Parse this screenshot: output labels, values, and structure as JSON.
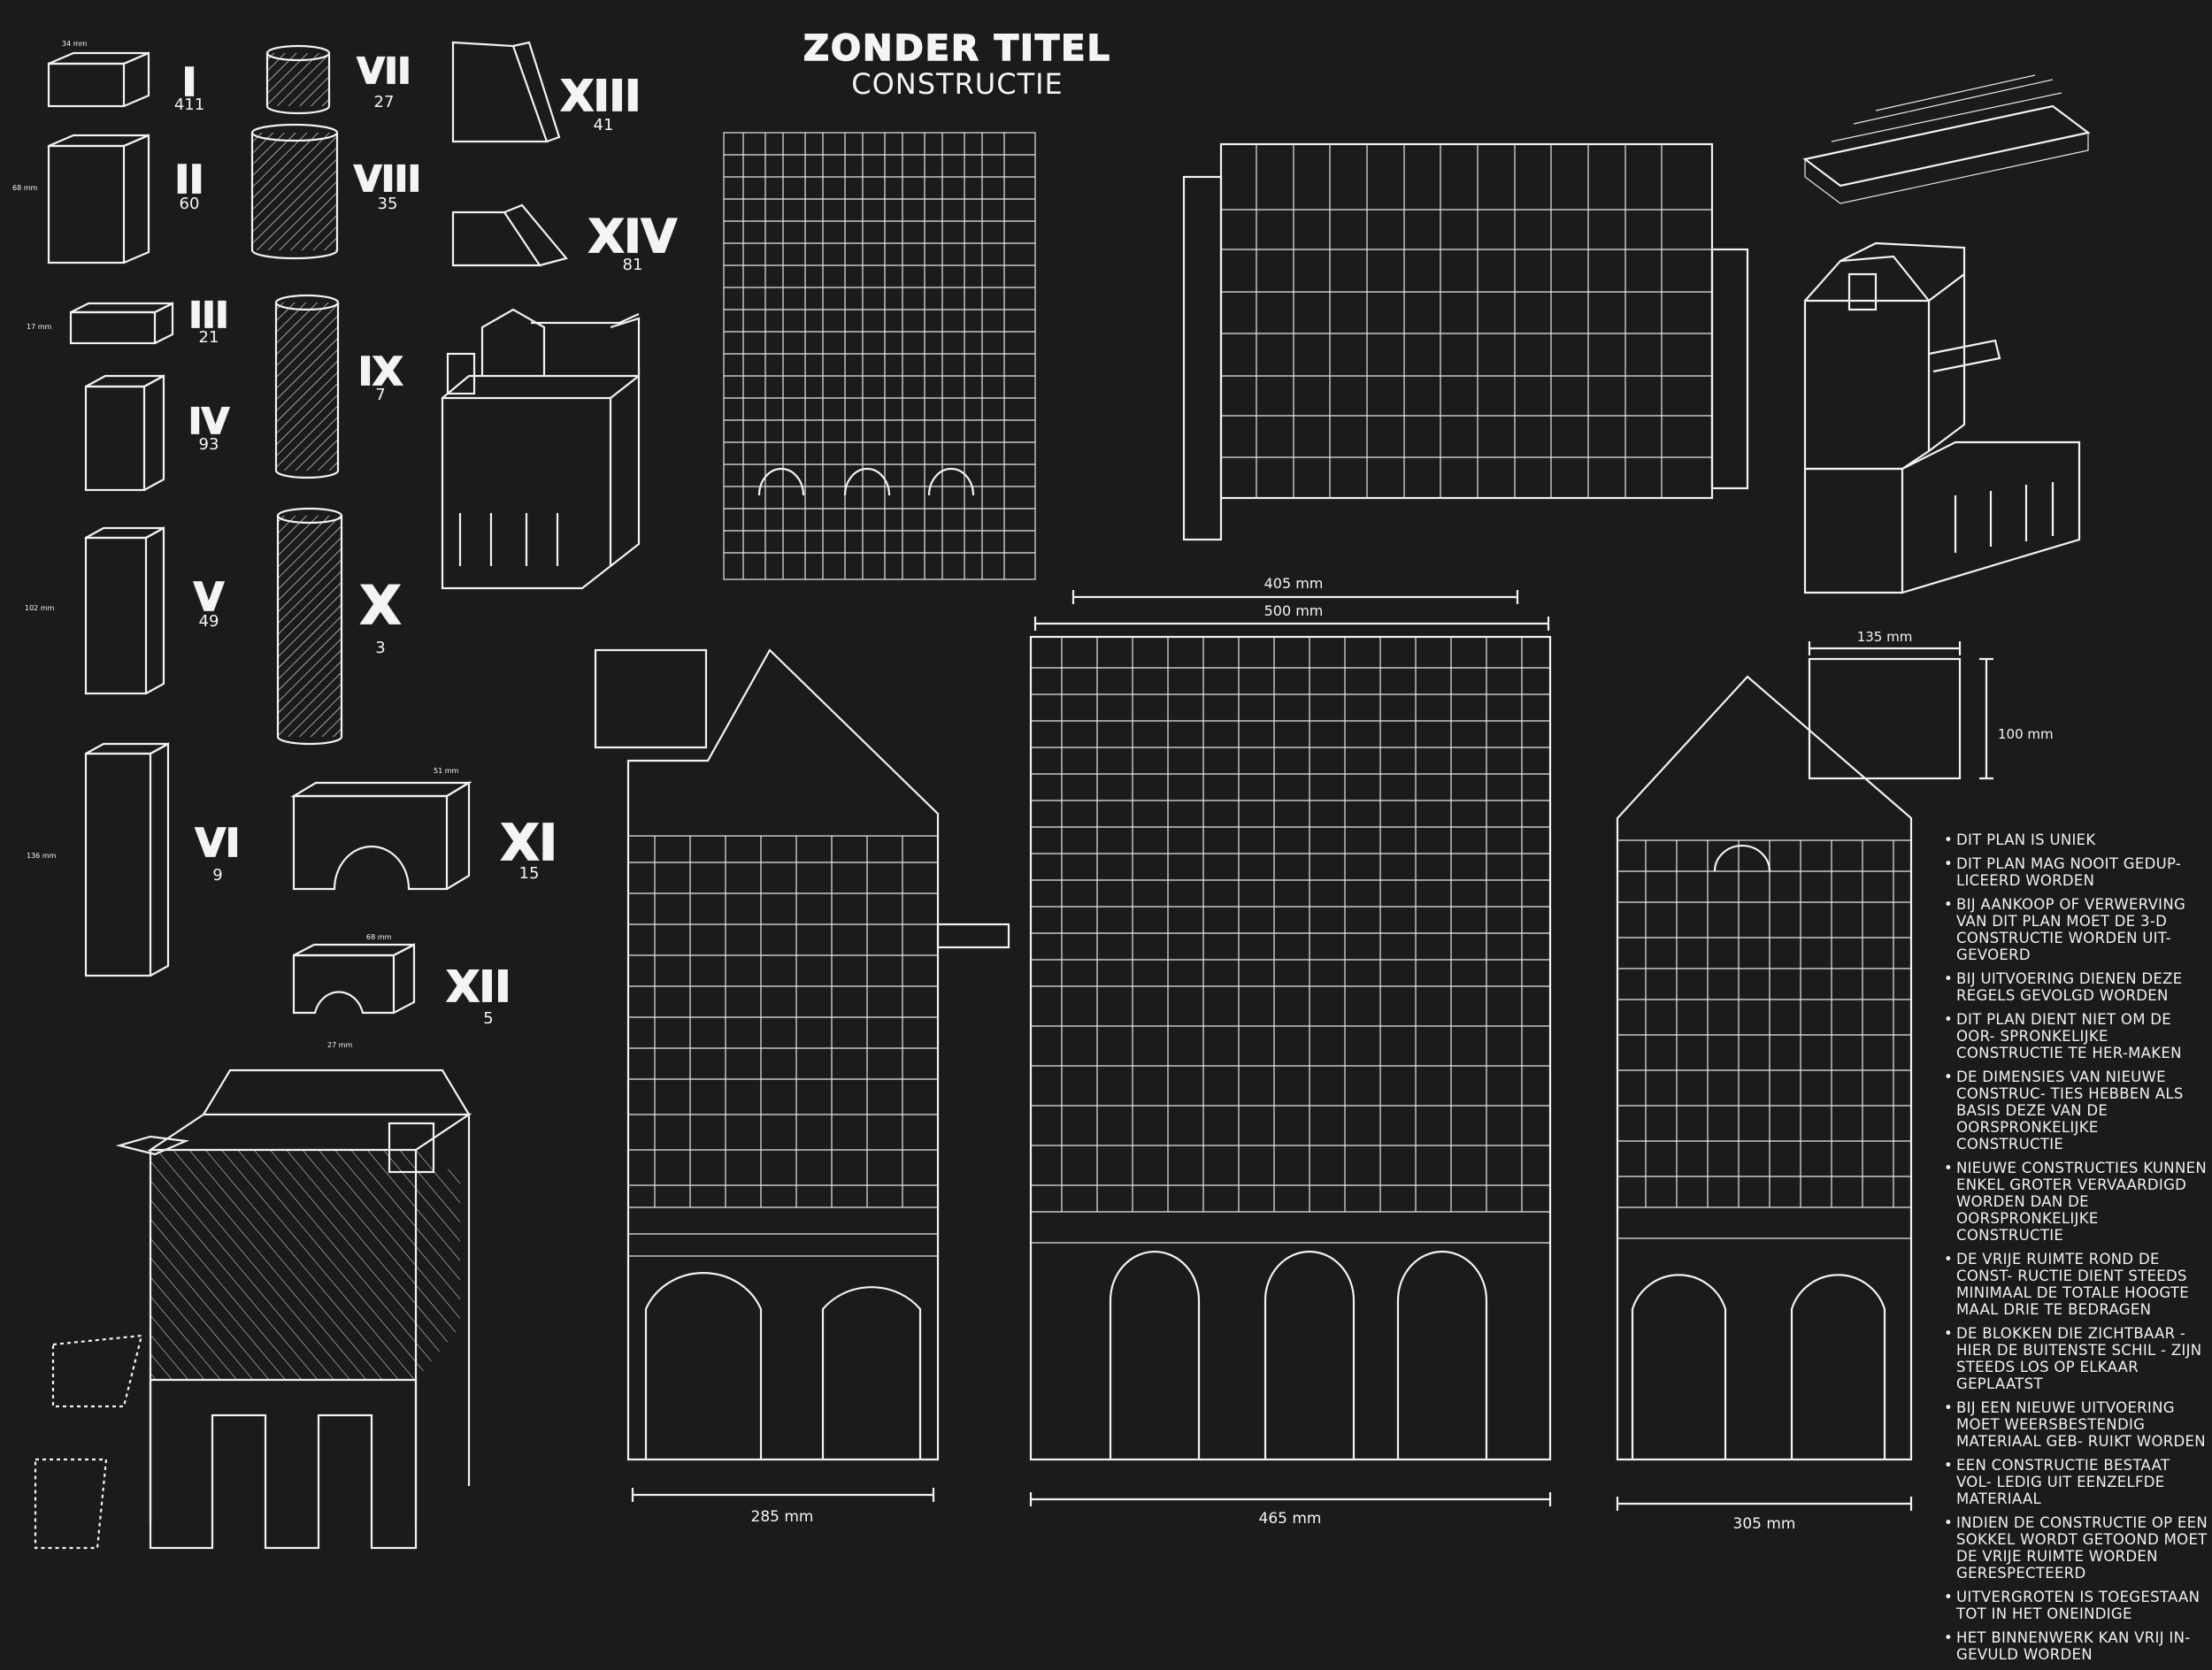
{
  "header": {
    "title": "ZONDER TITEL",
    "subtitle": "CONSTRUCTIE"
  },
  "blocks": [
    {
      "numeral": "I",
      "count": "411"
    },
    {
      "numeral": "II",
      "count": "60"
    },
    {
      "numeral": "III",
      "count": "21"
    },
    {
      "numeral": "IV",
      "count": "93"
    },
    {
      "numeral": "V",
      "count": "49"
    },
    {
      "numeral": "VI",
      "count": "9"
    },
    {
      "numeral": "VII",
      "count": "27"
    },
    {
      "numeral": "VIII",
      "count": "35"
    },
    {
      "numeral": "IX",
      "count": "7"
    },
    {
      "numeral": "X",
      "count": "3"
    },
    {
      "numeral": "XI",
      "count": "15"
    },
    {
      "numeral": "XII",
      "count": "5"
    },
    {
      "numeral": "XIII",
      "count": "41"
    },
    {
      "numeral": "XIV",
      "count": "81"
    }
  ],
  "dimensions": {
    "left_width": "285 mm",
    "front_width": "465 mm",
    "right_width": "305 mm",
    "roof_inner": "405 mm",
    "roof_outer": "500 mm",
    "chimney_width": "135 mm",
    "chimney_height": "100 mm",
    "block_labels": [
      "34 mm",
      "68 mm",
      "17 mm",
      "102 mm",
      "136 mm",
      "51 mm",
      "27 mm",
      "68 mm"
    ]
  },
  "notes": [
    "DIT PLAN IS UNIEK",
    "DIT PLAN MAG NOOIT GEDUP- LICEERD WORDEN",
    "BIJ AANKOOP OF VERWERVING VAN DIT PLAN MOET DE 3-D CONSTRUCTIE WORDEN UIT- GEVOERD",
    "BIJ UITVOERING DIENEN DEZE REGELS GEVOLGD WORDEN",
    "DIT PLAN DIENT NIET OM DE OOR- SPRONKELIJKE CONSTRUCTIE TE HER-MAKEN",
    "DE DIMENSIES VAN NIEUWE CONSTRUC- TIES HEBBEN ALS BASIS DEZE VAN DE OORSPRONKELIJKE CONSTRUCTIE",
    "NIEUWE CONSTRUCTIES KUNNEN ENKEL GROTER VERVAARDIGD WORDEN DAN DE OORSPRONKELIJKE CONSTRUCTIE",
    "DE VRIJE RUIMTE ROND DE CONST- RUCTIE DIENT STEEDS MINIMAAL DE TOTALE HOOGTE MAAL DRIE TE BEDRAGEN",
    "DE BLOKKEN DIE ZICHTBAAR - HIER DE BUITENSTE SCHIL - ZIJN STEEDS LOS OP ELKAAR GEPLAATST",
    "BIJ EEN NIEUWE UITVOERING MOET WEERSBESTENDIG MATERIAAL GEB- RUIKT WORDEN",
    "EEN CONSTRUCTIE BESTAAT VOL- LEDIG UIT EENZELFDE MATERIAAL",
    "INDIEN DE CONSTRUCTIE OP EEN SOKKEL WORDT GETOOND MOET DE VRIJE RUIMTE WORDEN GERESPECTEERD",
    "UITVERGROTEN IS TOEGESTAAN TOT IN HET ONEINDIGE",
    "HET BINNENWERK KAN VRIJ IN- GEVULD WORDEN"
  ],
  "colors": {
    "background": "#1b1b1b",
    "ink": "#f2f2f2"
  }
}
